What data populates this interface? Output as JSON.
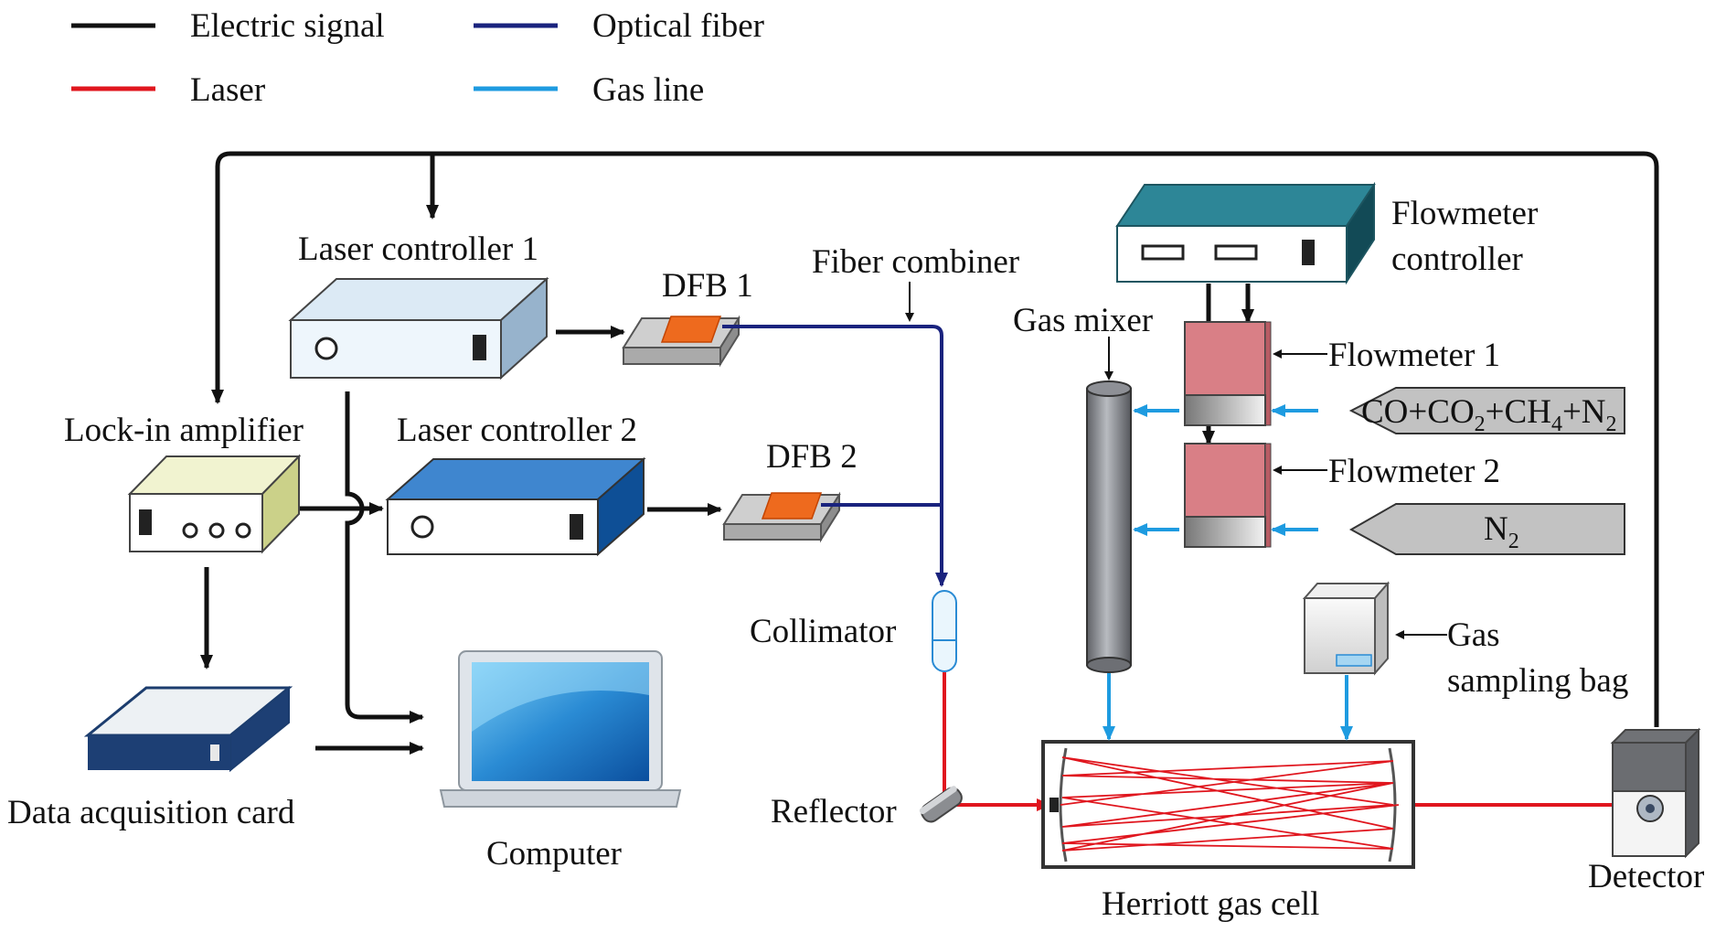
{
  "legend": {
    "electric_signal": "Electric signal",
    "optical_fiber": "Optical fiber",
    "laser": "Laser",
    "gas_line": "Gas line"
  },
  "labels": {
    "laser_controller_1": "Laser controller 1",
    "laser_controller_2": "Laser controller 2",
    "lock_in_amplifier": "Lock-in amplifier",
    "dfb_1": "DFB 1",
    "dfb_2": "DFB 2",
    "fiber_combiner": "Fiber combiner",
    "flowmeter_controller_line1": "Flowmeter",
    "flowmeter_controller_line2": "controller",
    "gas_mixer": "Gas mixer",
    "flowmeter_1": "Flowmeter 1",
    "flowmeter_2": "Flowmeter 2",
    "collimator": "Collimator",
    "reflector": "Reflector",
    "gas_sampling_bag_line1": "Gas",
    "gas_sampling_bag_line2": "sampling bag",
    "data_acquisition_card": "Data acquisition card",
    "computer": "Computer",
    "herriott_gas_cell": "Herriott gas cell",
    "detector": "Detector"
  },
  "cylinders": {
    "mix": {
      "p1": "CO+CO",
      "s1": "2",
      "p2": "+CH",
      "s2": "4",
      "p3": "+N",
      "s3": "2"
    },
    "n2": {
      "p1": "N",
      "s1": "2"
    }
  },
  "colors": {
    "electric_signal": "#111111",
    "optical_fiber": "#1a237e",
    "laser": "#e0161e",
    "gas_line": "#1e9be0"
  }
}
